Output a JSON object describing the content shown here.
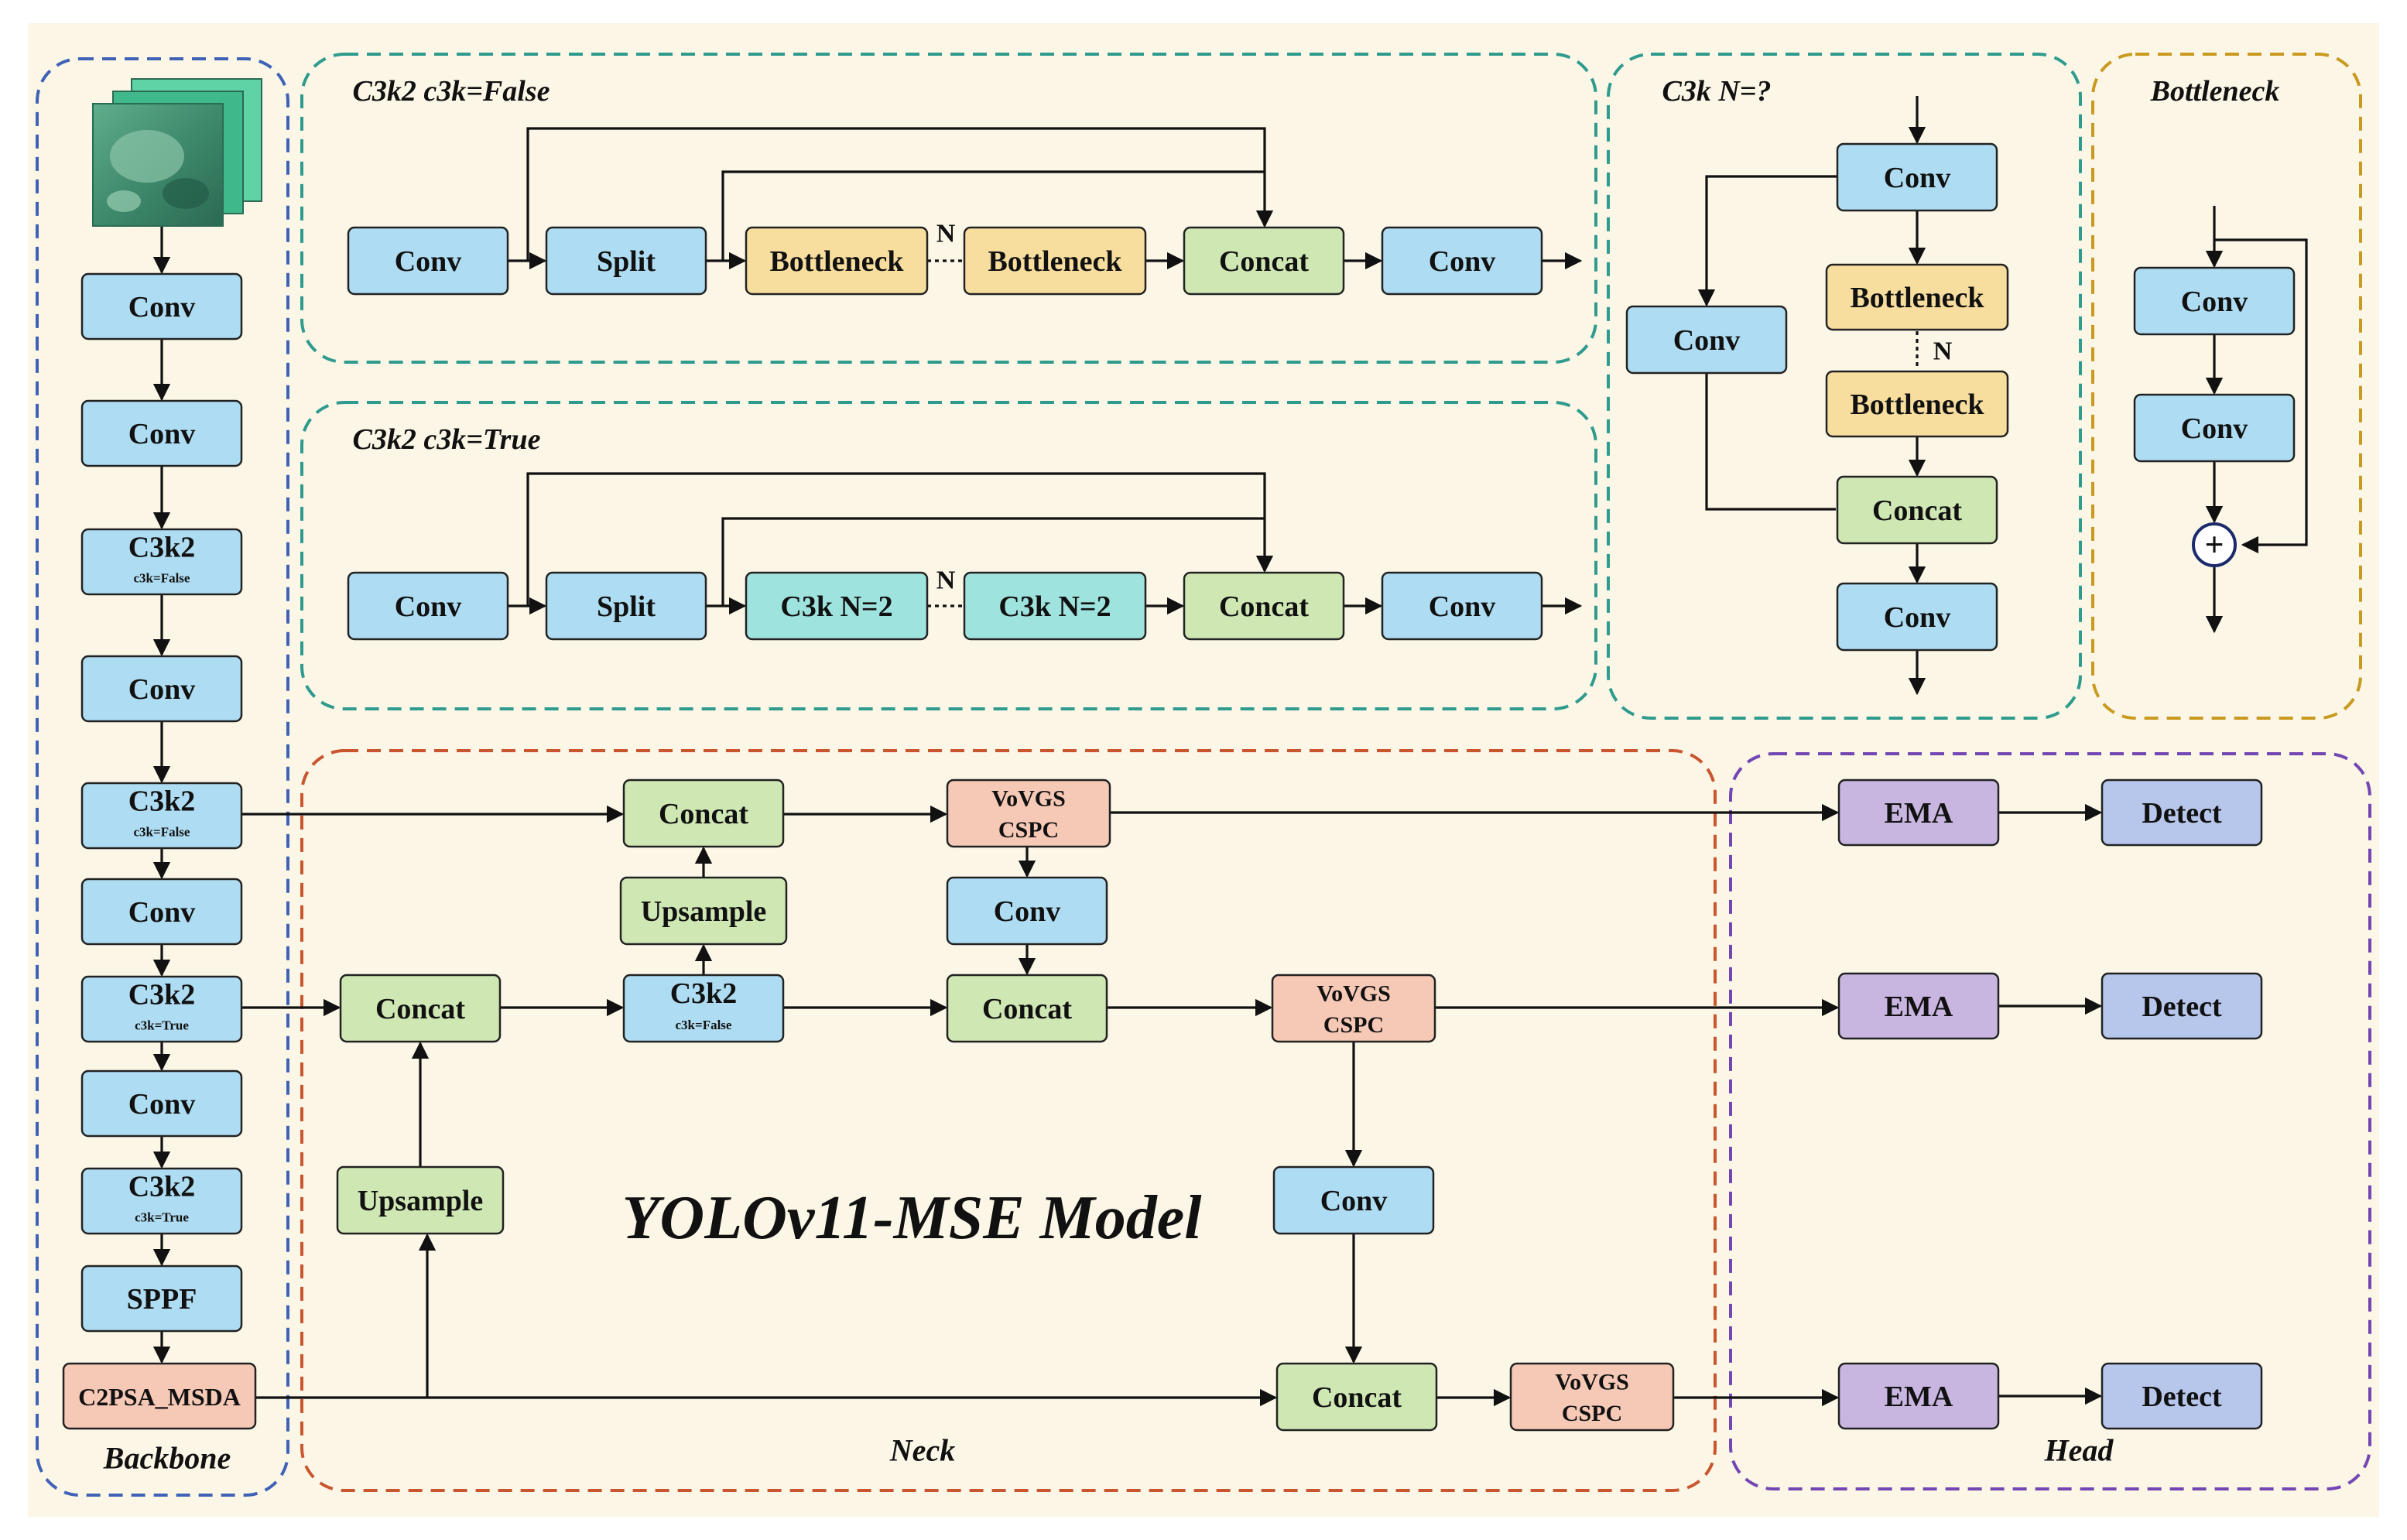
{
  "colors": {
    "background": "#fbf6e6",
    "conv": "#aedcf2",
    "split": "#aedcf2",
    "c3k2": "#aedcf2",
    "sppf": "#aedcf2",
    "c2psa": "#f6c8b6",
    "bottleneck": "#f7de9e",
    "concat": "#cfe7b3",
    "c3k": "#9fe3de",
    "upsample": "#cfe7b3",
    "vovgs": "#f6c8b6",
    "ema": "#c8b5e0",
    "detect": "#b7c6eb",
    "backbone_border": "#3f62b7",
    "neck_border": "#c9562e",
    "head_border": "#7246b3",
    "c3k2_border": "#2f9b8f",
    "bottleneck_border": "#c99a1f"
  },
  "diagram": {
    "title": "YOLOv11-MSE Model",
    "groups": {
      "backbone": "Backbone",
      "neck": "Neck",
      "head": "Head",
      "c3k2_false": "C3k2 c3k=False",
      "c3k2_true": "C3k2 c3k=True",
      "c3k": "C3k N=?",
      "bottleneck": "Bottleneck"
    },
    "labels": {
      "conv": "Conv",
      "c3k2": "C3k2",
      "c3k_false": "c3k=False",
      "c3k_true": "c3k=True",
      "sppf": "SPPF",
      "c2psa": "C2PSA_MSDA",
      "split": "Split",
      "bottleneck": "Bottleneck",
      "concat": "Concat",
      "c3k_n2": "C3k N=2",
      "n": "N",
      "upsample": "Upsample",
      "vovgs_l1": "VoVGS",
      "vovgs_l2": "CSPC",
      "ema": "EMA",
      "detect": "Detect",
      "plus": "+"
    }
  }
}
